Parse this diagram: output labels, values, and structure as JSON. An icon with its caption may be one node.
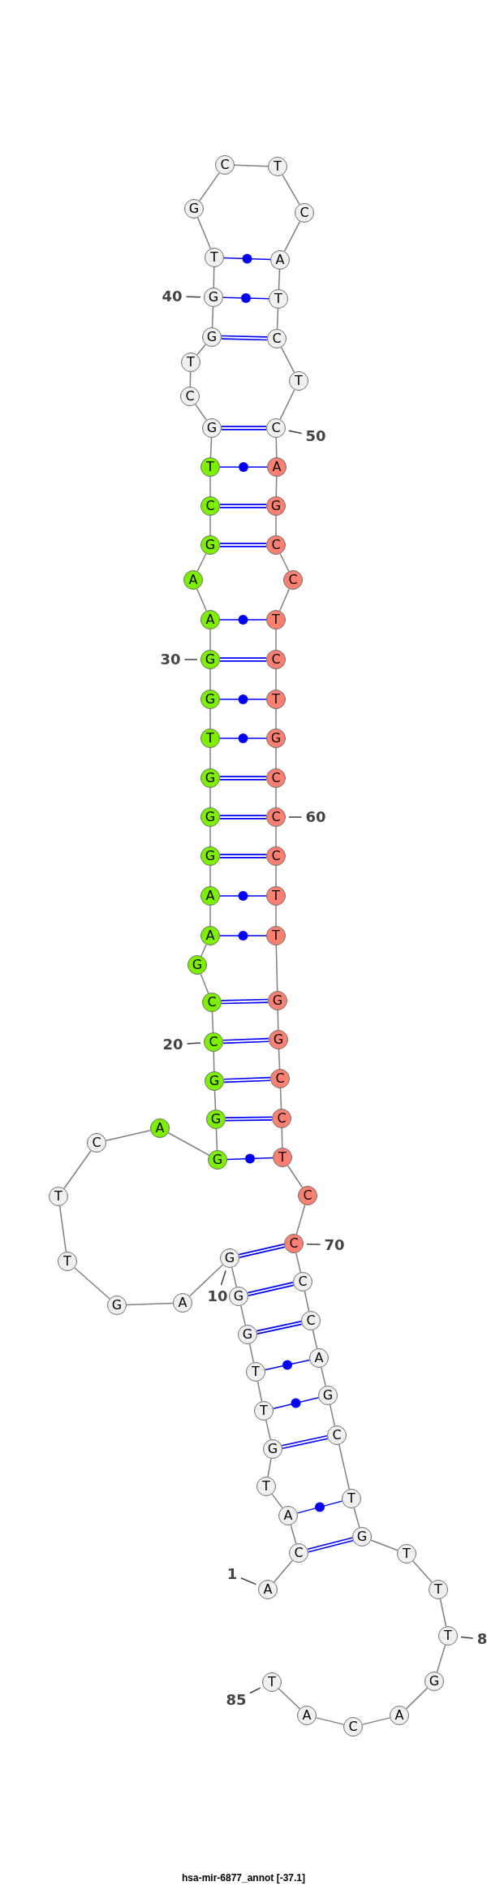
{
  "diagram": {
    "caption": "hsa-mir-6877_annot [-37.1]",
    "nodes": [
      {
        "text": [
          "A"
        ]
      },
      {
        "text": [
          "C"
        ]
      },
      {
        "text": [
          "A"
        ]
      },
      {
        "text": [
          "T"
        ]
      },
      {
        "text": [
          "G"
        ]
      },
      {
        "text": [
          "T"
        ]
      },
      {
        "text": [
          "T"
        ]
      },
      {
        "text": [
          "G"
        ]
      },
      {
        "text": [
          "G"
        ]
      },
      {
        "text": [
          "G"
        ]
      },
      {
        "text": [
          "A"
        ]
      },
      {
        "text": [
          "G"
        ]
      },
      {
        "text": [
          "T"
        ]
      },
      {
        "text": [
          "T"
        ]
      },
      {
        "text": [
          "C"
        ]
      },
      {
        "text": [
          "A"
        ]
      },
      {
        "text": [
          "G"
        ]
      },
      {
        "text": [
          "G"
        ]
      },
      {
        "text": [
          "G"
        ]
      },
      {
        "text": [
          "C"
        ]
      },
      {
        "text": [
          "C"
        ]
      },
      {
        "text": [
          "G"
        ]
      },
      {
        "text": [
          "A"
        ]
      },
      {
        "text": [
          "A"
        ]
      },
      {
        "text": [
          "G"
        ]
      },
      {
        "text": [
          "G"
        ]
      },
      {
        "text": [
          "G"
        ]
      },
      {
        "text": [
          "T"
        ]
      },
      {
        "text": [
          "G"
        ]
      },
      {
        "text": [
          "G"
        ]
      },
      {
        "text": [
          "A"
        ]
      },
      {
        "text": [
          "A"
        ]
      },
      {
        "text": [
          "G"
        ]
      },
      {
        "text": [
          "C"
        ]
      },
      {
        "text": [
          "T"
        ]
      },
      {
        "text": [
          "G"
        ]
      },
      {
        "text": [
          "C"
        ]
      },
      {
        "text": [
          "T"
        ]
      },
      {
        "text": [
          "G"
        ]
      },
      {
        "text": [
          "G"
        ]
      },
      {
        "text": [
          "T"
        ]
      },
      {
        "text": [
          "G"
        ]
      },
      {
        "text": [
          "C"
        ]
      },
      {
        "text": [
          "T"
        ]
      },
      {
        "text": [
          "C"
        ]
      },
      {
        "text": [
          "A"
        ]
      },
      {
        "text": [
          "T"
        ]
      },
      {
        "text": [
          "C"
        ]
      },
      {
        "text": [
          "T"
        ]
      },
      {
        "text": [
          "C"
        ]
      },
      {
        "text": [
          "A"
        ]
      },
      {
        "text": [
          "G"
        ]
      },
      {
        "text": [
          "C"
        ]
      },
      {
        "text": [
          "C"
        ]
      },
      {
        "text": [
          "T"
        ]
      },
      {
        "text": [
          "C"
        ]
      },
      {
        "text": [
          "T"
        ]
      },
      {
        "text": [
          "G"
        ]
      },
      {
        "text": [
          "C"
        ]
      },
      {
        "text": [
          "C"
        ]
      },
      {
        "text": [
          "C"
        ]
      },
      {
        "text": [
          "T"
        ]
      },
      {
        "text": [
          "T"
        ]
      },
      {
        "text": [
          "G"
        ]
      },
      {
        "text": [
          "G"
        ]
      },
      {
        "text": [
          "C"
        ]
      },
      {
        "text": [
          "C"
        ]
      },
      {
        "text": [
          "T"
        ]
      },
      {
        "text": [
          "C"
        ]
      },
      {
        "text": [
          "C"
        ]
      },
      {
        "text": [
          "C"
        ]
      },
      {
        "text": [
          "C"
        ]
      },
      {
        "text": [
          "A"
        ]
      },
      {
        "text": [
          "G"
        ]
      },
      {
        "text": [
          "C"
        ]
      },
      {
        "text": [
          "T"
        ]
      },
      {
        "text": [
          "G"
        ]
      },
      {
        "text": [
          "T"
        ]
      },
      {
        "text": [
          "T"
        ]
      },
      {
        "text": [
          "T"
        ]
      },
      {
        "text": [
          "G"
        ]
      },
      {
        "text": [
          "A"
        ]
      },
      {
        "text": [
          "C"
        ]
      },
      {
        "text": [
          "A"
        ]
      },
      {
        "text": [
          "T"
        ]
      },
      {
        "text": [
          "40"
        ]
      },
      {
        "text": [
          "50"
        ]
      },
      {
        "text": [
          "30"
        ]
      },
      {
        "text": [
          "60"
        ]
      },
      {
        "text": [
          "20"
        ]
      },
      {
        "text": [
          "70"
        ]
      },
      {
        "text": [
          "10"
        ]
      },
      {
        "text": [
          "1"
        ]
      },
      {
        "text": [
          "8"
        ]
      },
      {
        "text": [
          "85"
        ]
      }
    ],
    "edges": [
      {
        "from": 0,
        "to": 1,
        "arrow": "none"
      },
      {
        "from": 1,
        "to": 2,
        "arrow": "none"
      },
      {
        "from": 2,
        "to": 3,
        "arrow": "none"
      },
      {
        "from": 3,
        "to": 4,
        "arrow": "none"
      },
      {
        "from": 4,
        "to": 5,
        "arrow": "none"
      },
      {
        "from": 5,
        "to": 6,
        "arrow": "none"
      },
      {
        "from": 6,
        "to": 7,
        "arrow": "none"
      },
      {
        "from": 7,
        "to": 8,
        "arrow": "none"
      },
      {
        "from": 8,
        "to": 9,
        "arrow": "none"
      },
      {
        "from": 9,
        "to": 10,
        "arrow": "none"
      },
      {
        "from": 10,
        "to": 11,
        "arrow": "none"
      },
      {
        "from": 11,
        "to": 12,
        "arrow": "none"
      },
      {
        "from": 12,
        "to": 13,
        "arrow": "none"
      },
      {
        "from": 13,
        "to": 14,
        "arrow": "none"
      },
      {
        "from": 14,
        "to": 15,
        "arrow": "none"
      },
      {
        "from": 15,
        "to": 16,
        "arrow": "none"
      },
      {
        "from": 16,
        "to": 17,
        "arrow": "none"
      },
      {
        "from": 17,
        "to": 18,
        "arrow": "none"
      },
      {
        "from": 18,
        "to": 19,
        "arrow": "none"
      },
      {
        "from": 19,
        "to": 20,
        "arrow": "none"
      },
      {
        "from": 20,
        "to": 21,
        "arrow": "none"
      },
      {
        "from": 21,
        "to": 22,
        "arrow": "none"
      },
      {
        "from": 22,
        "to": 23,
        "arrow": "none"
      },
      {
        "from": 23,
        "to": 24,
        "arrow": "none"
      },
      {
        "from": 24,
        "to": 25,
        "arrow": "none"
      },
      {
        "from": 25,
        "to": 26,
        "arrow": "none"
      },
      {
        "from": 26,
        "to": 27,
        "arrow": "none"
      },
      {
        "from": 27,
        "to": 28,
        "arrow": "none"
      },
      {
        "from": 28,
        "to": 29,
        "arrow": "none"
      },
      {
        "from": 29,
        "to": 30,
        "arrow": "none"
      },
      {
        "from": 30,
        "to": 31,
        "arrow": "none"
      },
      {
        "from": 31,
        "to": 32,
        "arrow": "none"
      },
      {
        "from": 32,
        "to": 33,
        "arrow": "none"
      },
      {
        "from": 33,
        "to": 34,
        "arrow": "none"
      },
      {
        "from": 34,
        "to": 35,
        "arrow": "none"
      },
      {
        "from": 35,
        "to": 36,
        "arrow": "none"
      },
      {
        "from": 36,
        "to": 37,
        "arrow": "none"
      },
      {
        "from": 37,
        "to": 38,
        "arrow": "none"
      },
      {
        "from": 38,
        "to": 39,
        "arrow": "none"
      },
      {
        "from": 39,
        "to": 40,
        "arrow": "none"
      },
      {
        "from": 40,
        "to": 41,
        "arrow": "none"
      },
      {
        "from": 41,
        "to": 42,
        "arrow": "none"
      },
      {
        "from": 42,
        "to": 43,
        "arrow": "none"
      },
      {
        "from": 43,
        "to": 44,
        "arrow": "none"
      },
      {
        "from": 44,
        "to": 45,
        "arrow": "none"
      },
      {
        "from": 45,
        "to": 46,
        "arrow": "none"
      },
      {
        "from": 46,
        "to": 47,
        "arrow": "none"
      },
      {
        "from": 47,
        "to": 48,
        "arrow": "none"
      },
      {
        "from": 48,
        "to": 49,
        "arrow": "none"
      },
      {
        "from": 49,
        "to": 50,
        "arrow": "none"
      },
      {
        "from": 50,
        "to": 51,
        "arrow": "none"
      },
      {
        "from": 51,
        "to": 52,
        "arrow": "none"
      },
      {
        "from": 52,
        "to": 53,
        "arrow": "none"
      },
      {
        "from": 53,
        "to": 54,
        "arrow": "none"
      },
      {
        "from": 54,
        "to": 55,
        "arrow": "none"
      },
      {
        "from": 55,
        "to": 56,
        "arrow": "none"
      },
      {
        "from": 56,
        "to": 57,
        "arrow": "none"
      },
      {
        "from": 57,
        "to": 58,
        "arrow": "none"
      },
      {
        "from": 58,
        "to": 59,
        "arrow": "none"
      },
      {
        "from": 59,
        "to": 60,
        "arrow": "none"
      },
      {
        "from": 60,
        "to": 61,
        "arrow": "none"
      },
      {
        "from": 61,
        "to": 62,
        "arrow": "none"
      },
      {
        "from": 62,
        "to": 63,
        "arrow": "none"
      },
      {
        "from": 63,
        "to": 64,
        "arrow": "none"
      },
      {
        "from": 64,
        "to": 65,
        "arrow": "none"
      },
      {
        "from": 65,
        "to": 66,
        "arrow": "none"
      },
      {
        "from": 66,
        "to": 67,
        "arrow": "none"
      },
      {
        "from": 67,
        "to": 68,
        "arrow": "none"
      },
      {
        "from": 68,
        "to": 69,
        "arrow": "none"
      },
      {
        "from": 69,
        "to": 70,
        "arrow": "none"
      },
      {
        "from": 70,
        "to": 71,
        "arrow": "none"
      },
      {
        "from": 71,
        "to": 72,
        "arrow": "none"
      },
      {
        "from": 72,
        "to": 73,
        "arrow": "none"
      },
      {
        "from": 73,
        "to": 74,
        "arrow": "none"
      },
      {
        "from": 74,
        "to": 75,
        "arrow": "none"
      },
      {
        "from": 75,
        "to": 76,
        "arrow": "none"
      },
      {
        "from": 76,
        "to": 77,
        "arrow": "none"
      },
      {
        "from": 77,
        "to": 78,
        "arrow": "none"
      },
      {
        "from": 78,
        "to": 79,
        "arrow": "none"
      },
      {
        "from": 79,
        "to": 80,
        "arrow": "none"
      },
      {
        "from": 80,
        "to": 81,
        "arrow": "none"
      },
      {
        "from": 81,
        "to": 82,
        "arrow": "none"
      },
      {
        "from": 82,
        "to": 83,
        "arrow": "none"
      },
      {
        "from": 83,
        "to": 84,
        "arrow": "none"
      },
      {
        "from": 1,
        "to": 76,
        "arrow": "none",
        "style": "thick",
        "color": "#0000ff"
      },
      {
        "from": 2,
        "to": 75,
        "arrow": "none",
        "color": "#0000ff"
      },
      {
        "from": 4,
        "to": 74,
        "arrow": "none",
        "style": "thick",
        "color": "#0000ff"
      },
      {
        "from": 5,
        "to": 73,
        "arrow": "none",
        "color": "#0000ff"
      },
      {
        "from": 6,
        "to": 72,
        "arrow": "none",
        "color": "#0000ff"
      },
      {
        "from": 7,
        "to": 71,
        "arrow": "none",
        "style": "thick",
        "color": "#0000ff"
      },
      {
        "from": 8,
        "to": 70,
        "arrow": "none",
        "style": "thick",
        "color": "#0000ff"
      },
      {
        "from": 9,
        "to": 69,
        "arrow": "none",
        "style": "thick",
        "color": "#0000ff"
      },
      {
        "from": 16,
        "to": 67,
        "arrow": "none",
        "color": "#0000ff"
      },
      {
        "from": 17,
        "to": 66,
        "arrow": "none",
        "style": "thick",
        "color": "#0000ff"
      },
      {
        "from": 18,
        "to": 65,
        "arrow": "none",
        "style": "thick",
        "color": "#0000ff"
      },
      {
        "from": 19,
        "to": 64,
        "arrow": "none",
        "style": "thick",
        "color": "#0000ff"
      },
      {
        "from": 20,
        "to": 63,
        "arrow": "none",
        "style": "thick",
        "color": "#0000ff"
      },
      {
        "from": 22,
        "to": 62,
        "arrow": "none",
        "color": "#0000ff"
      },
      {
        "from": 23,
        "to": 61,
        "arrow": "none",
        "color": "#0000ff"
      },
      {
        "from": 24,
        "to": 60,
        "arrow": "none",
        "style": "thick",
        "color": "#0000ff"
      },
      {
        "from": 25,
        "to": 59,
        "arrow": "none",
        "style": "thick",
        "color": "#0000ff"
      },
      {
        "from": 26,
        "to": 58,
        "arrow": "none",
        "style": "thick",
        "color": "#0000ff"
      },
      {
        "from": 27,
        "to": 57,
        "arrow": "none",
        "color": "#0000ff"
      },
      {
        "from": 28,
        "to": 56,
        "arrow": "none",
        "color": "#0000ff"
      },
      {
        "from": 29,
        "to": 55,
        "arrow": "none",
        "style": "thick",
        "color": "#0000ff"
      },
      {
        "from": 30,
        "to": 54,
        "arrow": "none",
        "color": "#0000ff"
      },
      {
        "from": 32,
        "to": 52,
        "arrow": "none",
        "style": "thick",
        "color": "#0000ff"
      },
      {
        "from": 33,
        "to": 51,
        "arrow": "none",
        "style": "thick",
        "color": "#0000ff"
      },
      {
        "from": 34,
        "to": 50,
        "arrow": "none",
        "color": "#0000ff"
      },
      {
        "from": 35,
        "to": 49,
        "arrow": "none",
        "style": "thick",
        "color": "#0000ff"
      },
      {
        "from": 38,
        "to": 47,
        "arrow": "none",
        "style": "thick",
        "color": "#0000ff"
      },
      {
        "from": 39,
        "to": 46,
        "arrow": "none",
        "color": "#0000ff"
      },
      {
        "from": 40,
        "to": 45,
        "arrow": "none",
        "color": "#0000ff"
      },
      {
        "from": 85,
        "to": 39,
        "arrow": "none",
        "color": "#404040"
      },
      {
        "from": 86,
        "to": 49,
        "arrow": "none",
        "color": "#404040"
      },
      {
        "from": 87,
        "to": 29,
        "arrow": "none",
        "color": "#404040"
      },
      {
        "from": 88,
        "to": 59,
        "arrow": "none",
        "color": "#404040"
      },
      {
        "from": 89,
        "to": 19,
        "arrow": "none",
        "color": "#404040"
      },
      {
        "from": 90,
        "to": 69,
        "arrow": "none",
        "color": "#404040"
      },
      {
        "from": 91,
        "to": 9,
        "arrow": "none",
        "color": "#404040"
      },
      {
        "from": 92,
        "to": 0,
        "arrow": "none",
        "color": "#404040"
      },
      {
        "from": 93,
        "to": 79,
        "arrow": "none",
        "color": "#404040"
      },
      {
        "from": 94,
        "to": 84,
        "arrow": "none",
        "color": "#404040"
      }
    ]
  }
}
